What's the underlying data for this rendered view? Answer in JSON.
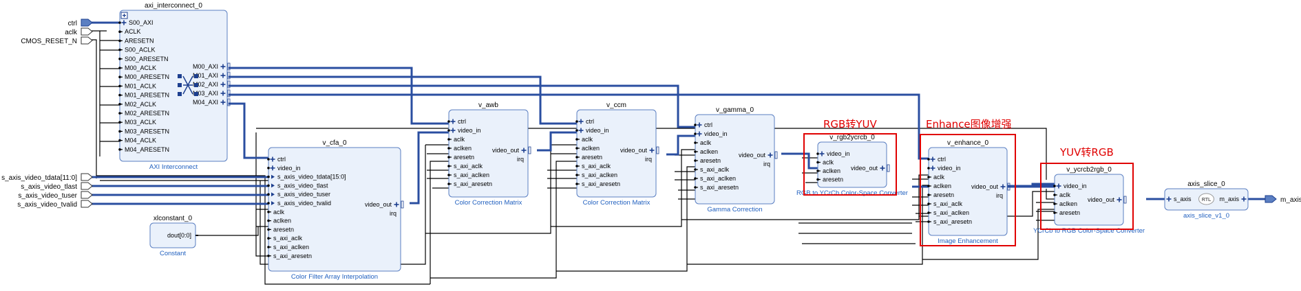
{
  "colors": {
    "wire": "#000000",
    "bus": "#2a4ea0",
    "block_fill": "#eaf1fb",
    "block_stroke": "#5b7fc2",
    "subtitle": "#1f5fbf",
    "annotation": "#e00000"
  },
  "inputs": {
    "ctrl": "ctrl",
    "aclk": "aclk",
    "cmos_reset": "CMOS_RESET_N",
    "tdata": "s_axis_video_tdata[11:0]",
    "tlast": "s_axis_video_tlast",
    "tuser": "s_axis_video_tuser",
    "tvalid": "s_axis_video_tvalid"
  },
  "outputs": {
    "m_axis": "m_axis"
  },
  "blocks": {
    "axi_interconnect": {
      "title": "axi_interconnect_0",
      "subtitle": "AXI Interconnect",
      "left_ports": [
        "S00_AXI",
        "ACLK",
        "ARESETN",
        "S00_ACLK",
        "S00_ARESETN",
        "M00_ACLK",
        "M00_ARESETN",
        "M01_ACLK",
        "M01_ARESETN",
        "M02_ACLK",
        "M02_ARESETN",
        "M03_ACLK",
        "M03_ARESETN",
        "M04_ACLK",
        "M04_ARESETN"
      ],
      "right_ports": [
        "M00_AXI",
        "M01_AXI",
        "M02_AXI",
        "M03_AXI",
        "M04_AXI"
      ]
    },
    "xlconstant": {
      "title": "xlconstant_0",
      "subtitle": "Constant",
      "right_ports": [
        "dout[0:0]"
      ]
    },
    "v_cfa": {
      "title": "v_cfa_0",
      "subtitle": "Color Filter Array Interpolation",
      "left_ports": [
        "ctrl",
        "video_in",
        "s_axis_video_tdata[15:0]",
        "s_axis_video_tlast",
        "s_axis_video_tuser",
        "s_axis_video_tvalid",
        "aclk",
        "aclken",
        "aresetn",
        "s_axi_aclk",
        "s_axi_aclken",
        "s_axi_aresetn"
      ],
      "right_ports": [
        "video_out",
        "irq"
      ]
    },
    "v_awb": {
      "title": "v_awb",
      "subtitle": "Color Correction Matrix",
      "left_ports": [
        "ctrl",
        "video_in",
        "aclk",
        "aclken",
        "aresetn",
        "s_axi_aclk",
        "s_axi_aclken",
        "s_axi_aresetn"
      ],
      "right_ports": [
        "video_out",
        "irq"
      ]
    },
    "v_ccm": {
      "title": "v_ccm",
      "subtitle": "Color Correction Matrix",
      "left_ports": [
        "ctrl",
        "video_in",
        "aclk",
        "aclken",
        "aresetn",
        "s_axi_aclk",
        "s_axi_aclken",
        "s_axi_aresetn"
      ],
      "right_ports": [
        "video_out",
        "irq"
      ]
    },
    "v_gamma": {
      "title": "v_gamma_0",
      "subtitle": "Gamma Correction",
      "left_ports": [
        "ctrl",
        "video_in",
        "aclk",
        "aclken",
        "aresetn",
        "s_axi_aclk",
        "s_axi_aclken",
        "s_axi_aresetn"
      ],
      "right_ports": [
        "video_out",
        "irq"
      ]
    },
    "v_rgb2ycrcb": {
      "title": "v_rgb2ycrcb_0",
      "subtitle": "RGB to YCrCb Color-Space Converter",
      "left_ports": [
        "video_in",
        "aclk",
        "aclken",
        "aresetn"
      ],
      "right_ports": [
        "video_out"
      ]
    },
    "v_enhance": {
      "title": "v_enhance_0",
      "subtitle": "Image Enhancement",
      "left_ports": [
        "ctrl",
        "video_in",
        "aclk",
        "aclken",
        "aresetn",
        "s_axi_aclk",
        "s_axi_aclken",
        "s_axi_aresetn"
      ],
      "right_ports": [
        "video_out",
        "irq"
      ]
    },
    "v_ycrcb2rgb": {
      "title": "v_ycrcb2rgb_0",
      "subtitle": "YCrCb to RGB Color-Space Converter",
      "left_ports": [
        "video_in",
        "aclk",
        "aclken",
        "aresetn"
      ],
      "right_ports": [
        "video_out"
      ]
    },
    "axis_slice": {
      "title": "axis_slice_0",
      "subtitle": "axis_slice_v1_0",
      "left_port": "s_axis",
      "right_port": "m_axis",
      "badge": "RTL"
    }
  },
  "annotations": {
    "rgb2yuv": "RGB转YUV",
    "enhance": "Enhance图像增强",
    "yuv2rgb": "YUV转RGB"
  }
}
